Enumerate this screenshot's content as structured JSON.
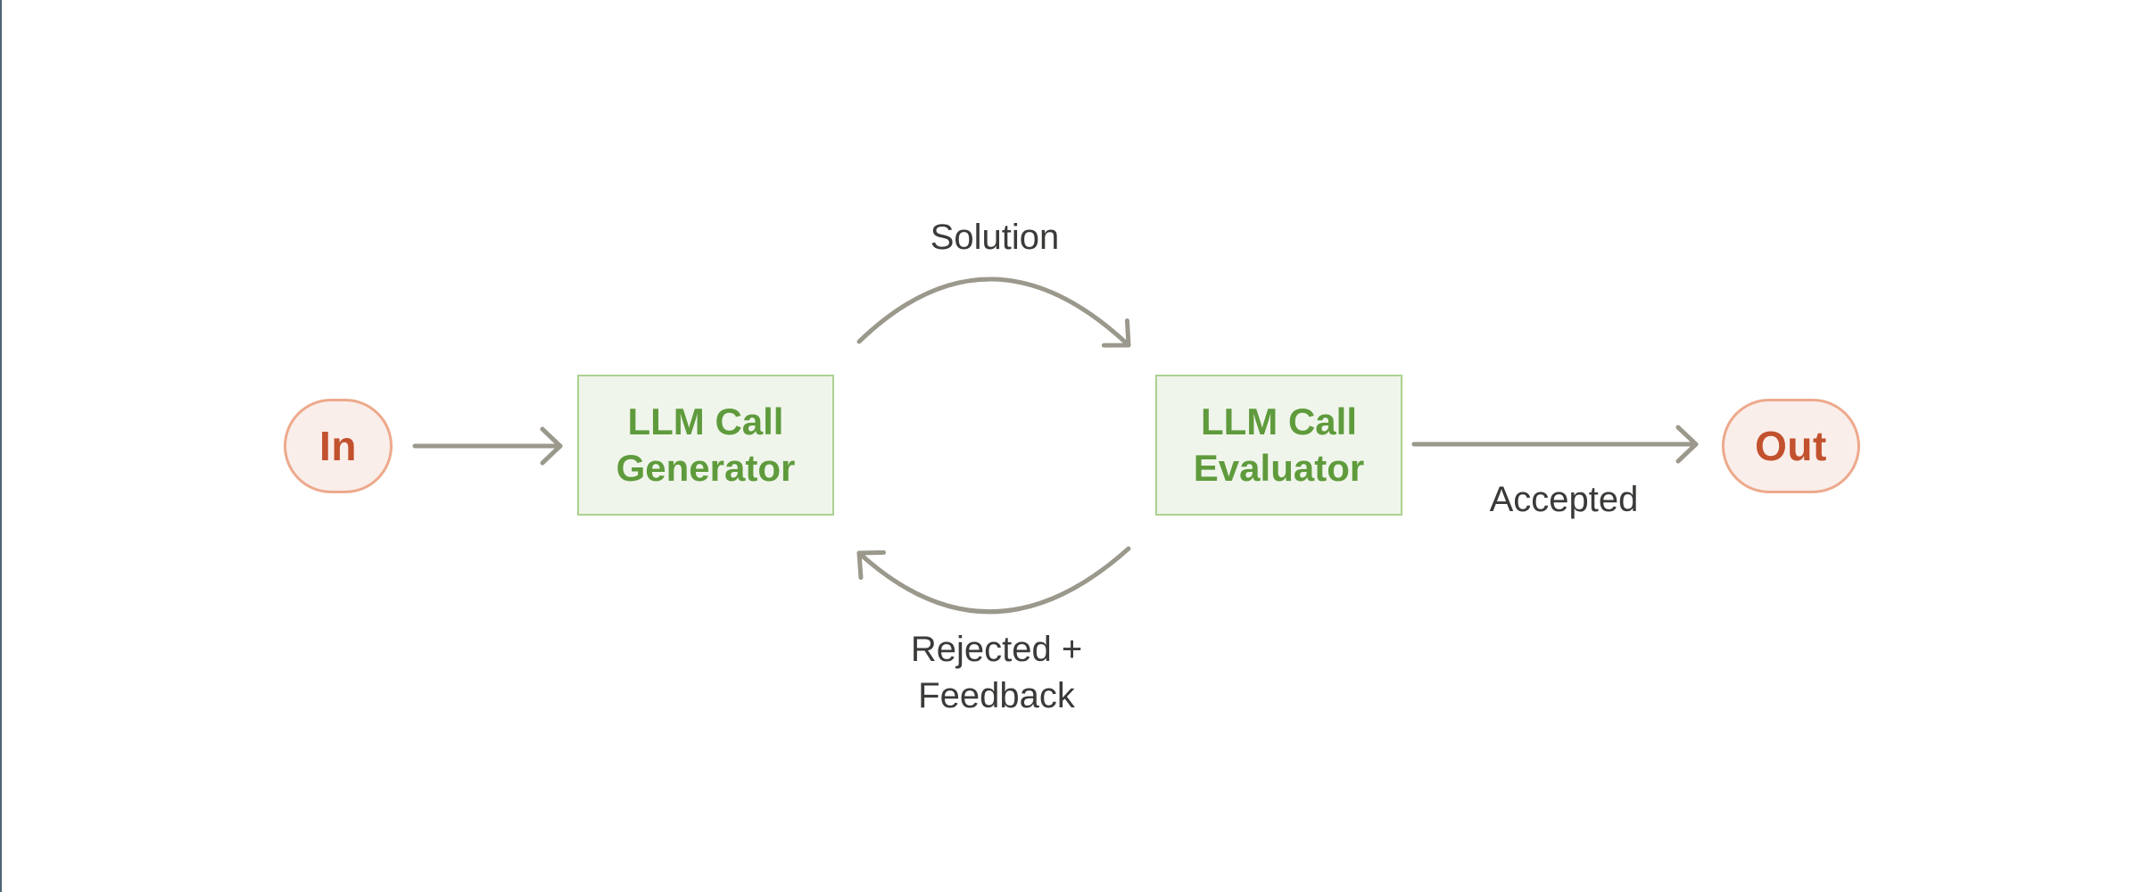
{
  "nodes": {
    "in": {
      "label": "In"
    },
    "generator": {
      "line1": "LLM Call",
      "line2": "Generator"
    },
    "evaluator": {
      "line1": "LLM Call",
      "line2": "Evaluator"
    },
    "out": {
      "label": "Out"
    }
  },
  "edges": {
    "solution": {
      "label": "Solution"
    },
    "accepted": {
      "label": "Accepted"
    },
    "rejected": {
      "line1": "Rejected +",
      "line2": "Feedback"
    }
  },
  "colors": {
    "background": "#ffffff",
    "left_edge_line": "#4d6574",
    "arrow_gray": "#9b988c",
    "annotation_text": "#3a3a38",
    "box_border_green": "#abd18f",
    "box_fill_green": "#f0f5ec",
    "box_text_green": "#5f9b3c",
    "pill_border_salmon": "#eda98c",
    "pill_fill_blush": "#faeeea",
    "pill_text_rust": "#c2512e"
  }
}
